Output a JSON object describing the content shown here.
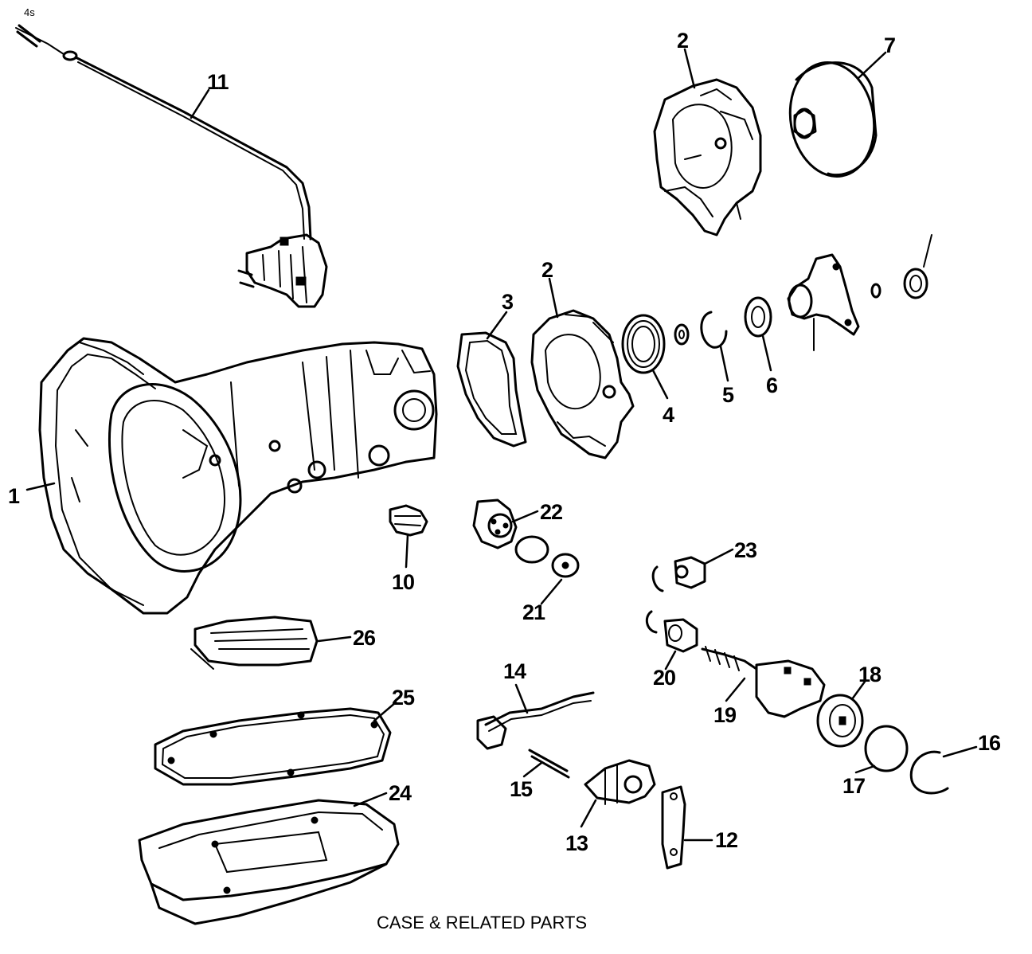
{
  "caption": "CASE & RELATED PARTS",
  "corner_mark": "4s",
  "callouts": [
    {
      "id": "1",
      "label": "1"
    },
    {
      "id": "2a",
      "label": "2"
    },
    {
      "id": "2b",
      "label": "2"
    },
    {
      "id": "3",
      "label": "3"
    },
    {
      "id": "4",
      "label": "4"
    },
    {
      "id": "5",
      "label": "5"
    },
    {
      "id": "6",
      "label": "6"
    },
    {
      "id": "7",
      "label": "7"
    },
    {
      "id": "10",
      "label": "10"
    },
    {
      "id": "11",
      "label": "11"
    },
    {
      "id": "12",
      "label": "12"
    },
    {
      "id": "13",
      "label": "13"
    },
    {
      "id": "14",
      "label": "14"
    },
    {
      "id": "15",
      "label": "15"
    },
    {
      "id": "16",
      "label": "16"
    },
    {
      "id": "17",
      "label": "17"
    },
    {
      "id": "18",
      "label": "18"
    },
    {
      "id": "19",
      "label": "19"
    },
    {
      "id": "20",
      "label": "20"
    },
    {
      "id": "21",
      "label": "21"
    },
    {
      "id": "22",
      "label": "22"
    },
    {
      "id": "23",
      "label": "23"
    },
    {
      "id": "24",
      "label": "24"
    },
    {
      "id": "25",
      "label": "25"
    },
    {
      "id": "26",
      "label": "26"
    }
  ]
}
